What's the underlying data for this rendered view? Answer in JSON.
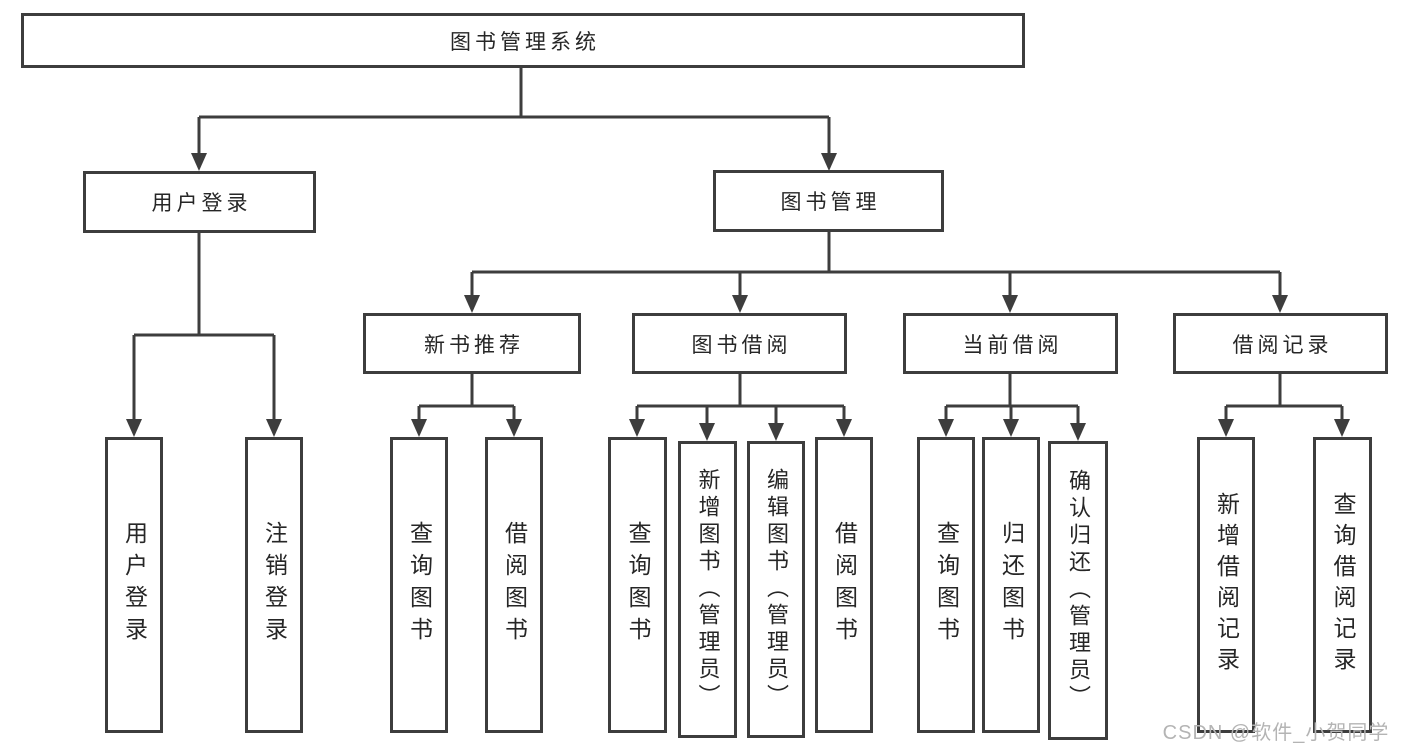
{
  "diagram": {
    "root": {
      "label": "图书管理系统"
    },
    "level2": [
      {
        "label": "用户登录"
      },
      {
        "label": "图书管理"
      }
    ],
    "level3": [
      {
        "label": "新书推荐"
      },
      {
        "label": "图书借阅"
      },
      {
        "label": "当前借阅"
      },
      {
        "label": "借阅记录"
      }
    ],
    "leaves": {
      "user_login": [
        "用户登录",
        "注销登录"
      ],
      "new_book_recommend": [
        "查询图书",
        "借阅图书"
      ],
      "book_borrow": [
        "查询图书",
        "新增图书（管理员）",
        "编辑图书（管理员）",
        "借阅图书"
      ],
      "current_borrow": [
        "查询图书",
        "归还图书",
        "确认归还（管理员）"
      ],
      "borrow_record": [
        "新增借阅记录",
        "查询借阅记录"
      ]
    },
    "watermark": "CSDN @软件_小贺同学",
    "colors": {
      "line": "#3d3d3d",
      "text": "#262626",
      "box_background": "#ffffff",
      "watermark": "#b4b4b4"
    }
  }
}
